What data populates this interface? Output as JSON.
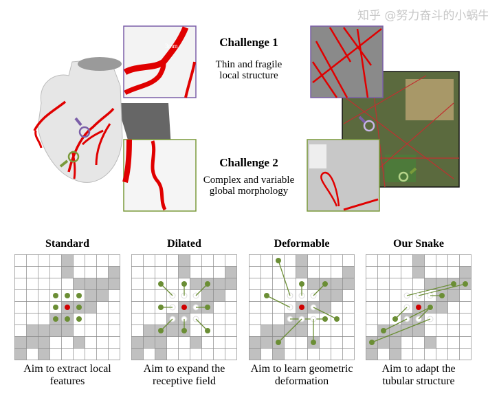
{
  "top": {
    "challenge1": {
      "title": "Challenge 1",
      "line1": "Thin and fragile",
      "line2": "local structure"
    },
    "challenge2": {
      "title": "Challenge 2",
      "line1": "Complex and variable",
      "line2": "global morphology"
    },
    "inset_label": "3mm"
  },
  "colors": {
    "vessel": "#e00000",
    "purple": "#7b5ea8",
    "green": "#7a9a3a",
    "gray_cell": "#c0c0c0",
    "point": "#6b8e35",
    "center": "#d00000"
  },
  "panels": [
    {
      "title": "Standard",
      "caption1": "Aim to extract local",
      "caption2": "features"
    },
    {
      "title": "Dilated",
      "caption1": "Aim to expand the",
      "caption2": "receptive field"
    },
    {
      "title": "Deformable",
      "caption1": "Aim to learn geometric",
      "caption2": "deformation"
    },
    {
      "title": "Our Snake",
      "caption1": "Aim to adapt the",
      "caption2": "tubular structure"
    }
  ],
  "watermark": "知乎 @努力奋斗的小蜗牛"
}
